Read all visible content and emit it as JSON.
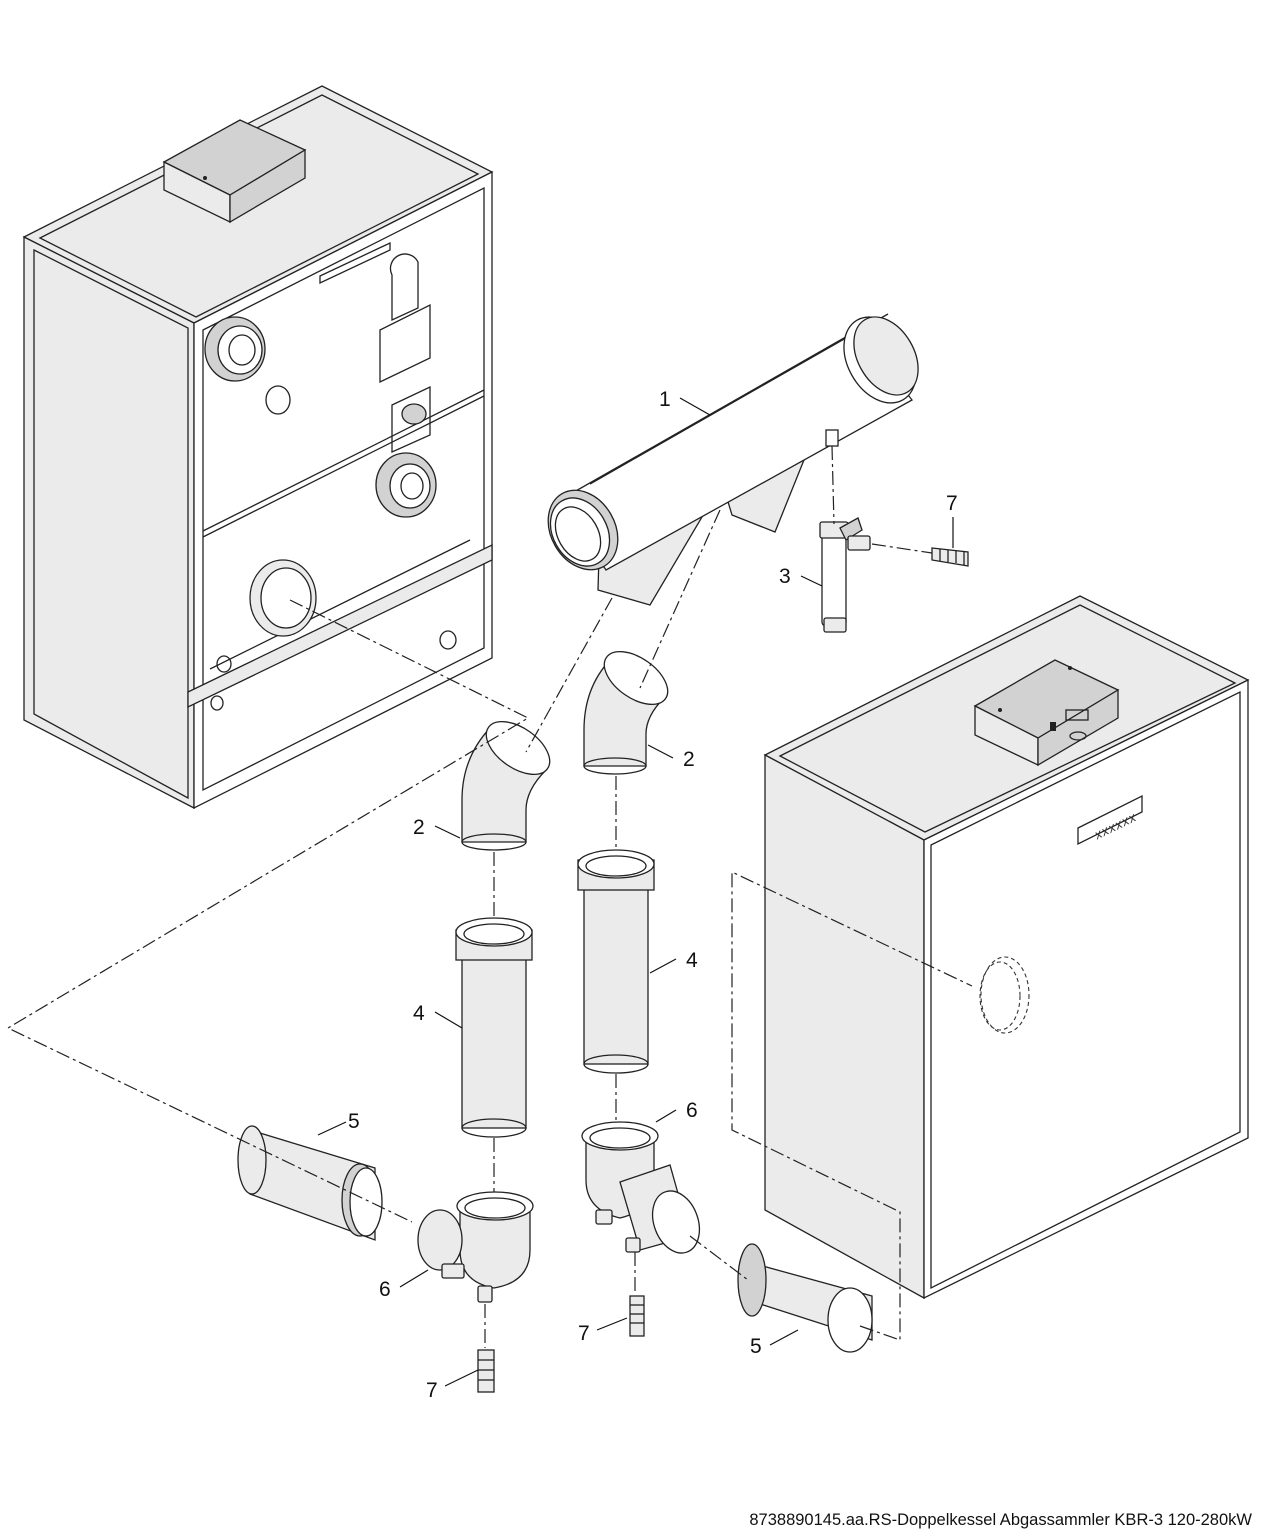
{
  "callouts": {
    "c1": "1",
    "c2a": "2",
    "c2b": "2",
    "c3": "3",
    "c4a": "4",
    "c4b": "4",
    "c5a": "5",
    "c5b": "5",
    "c6a": "6",
    "c6b": "6",
    "c7a": "7",
    "c7b": "7",
    "c7c": "7"
  },
  "boiler_label": "xxxxxx",
  "caption": "8738890145.aa.RS-Doppelkessel Abgassammler KBR-3 120-280kW"
}
